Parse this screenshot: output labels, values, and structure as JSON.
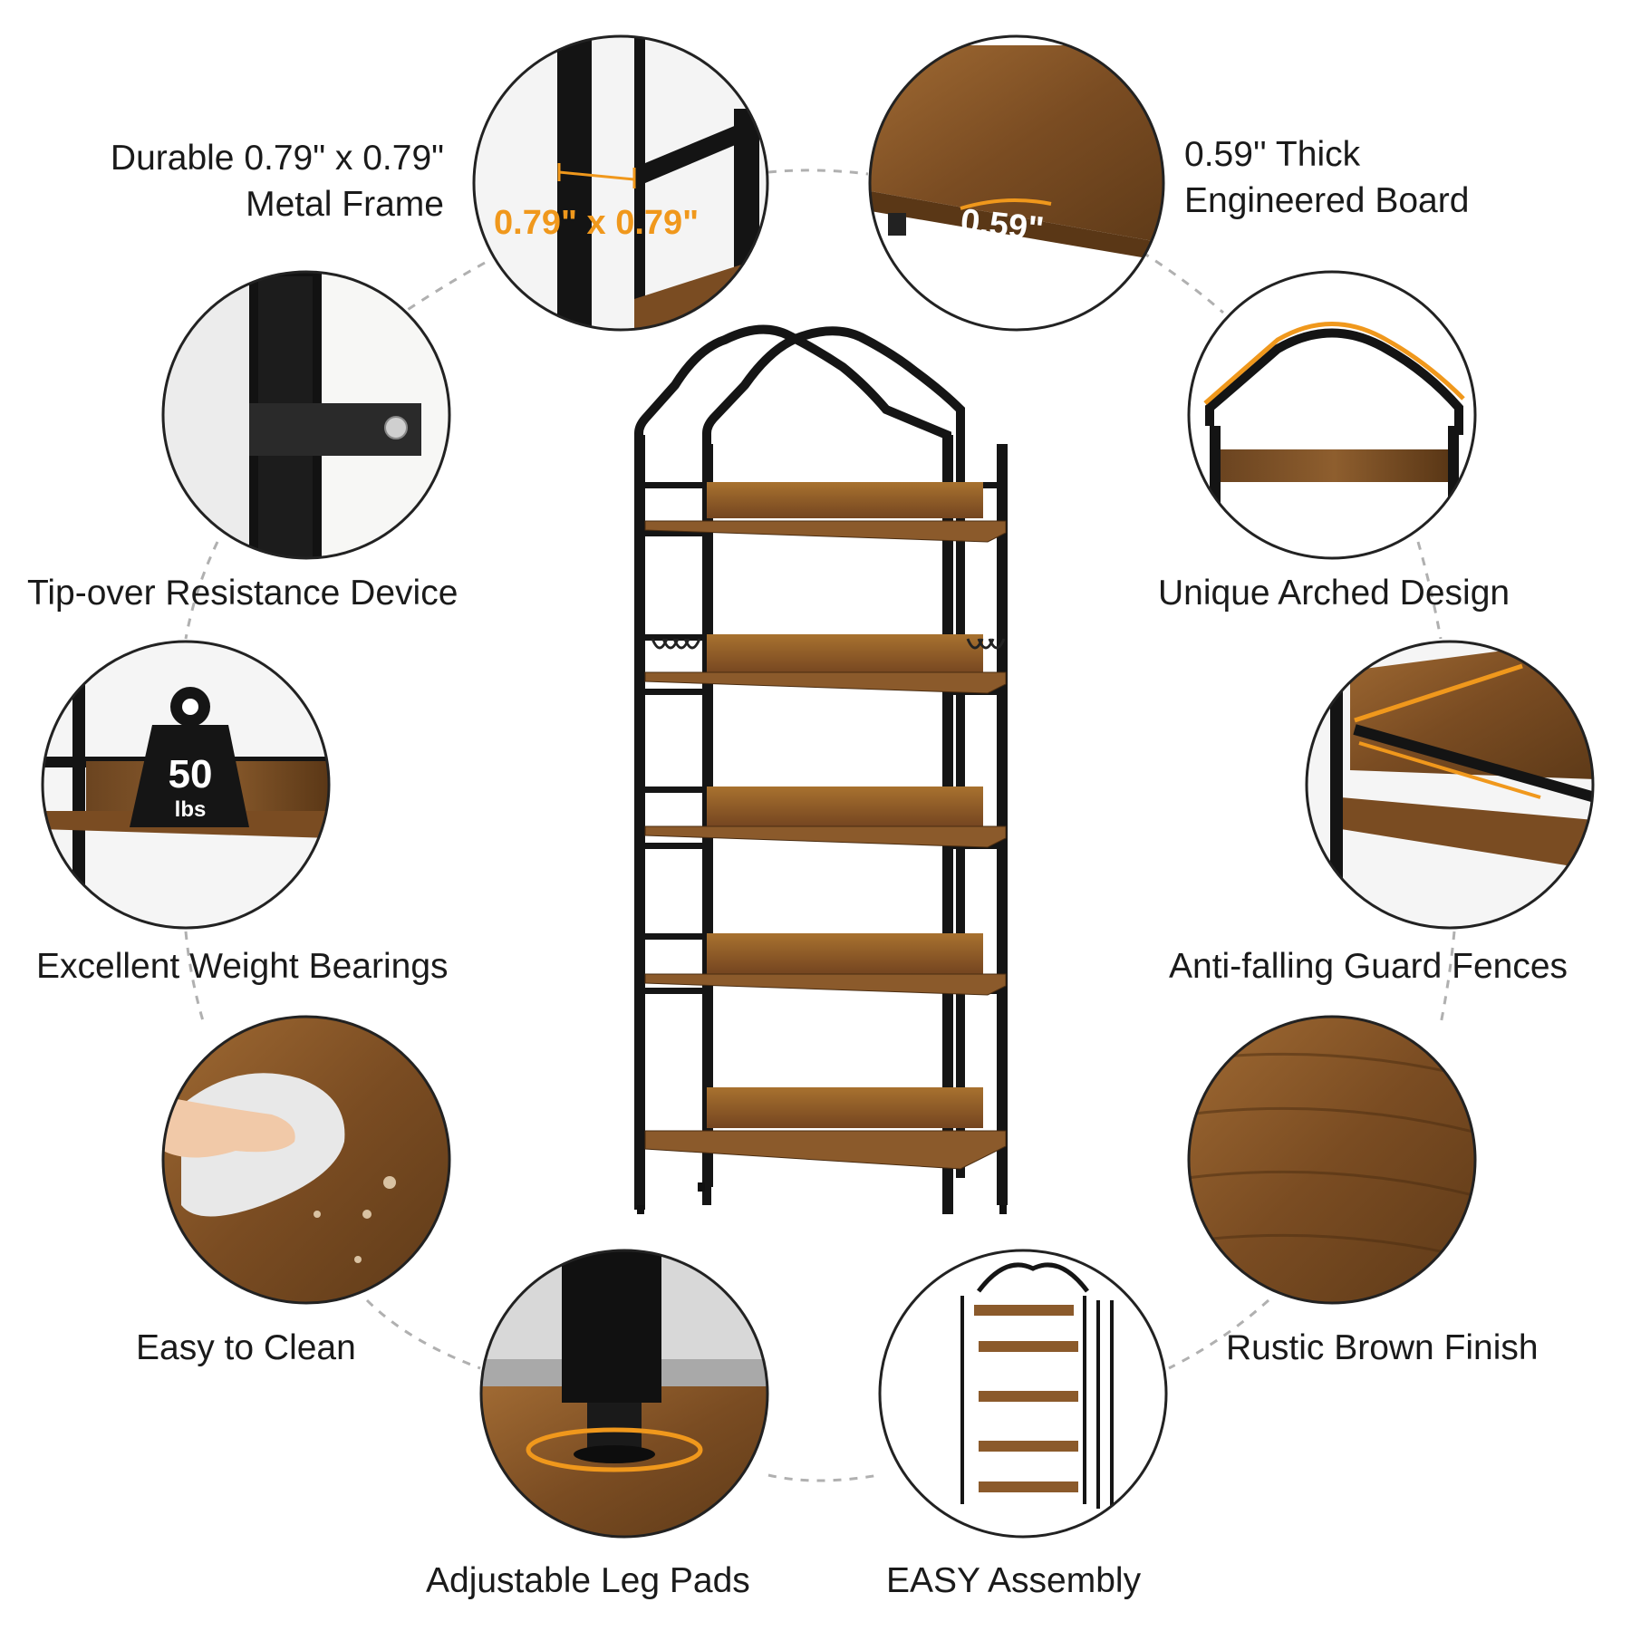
{
  "features": {
    "metal_frame": {
      "line1": "Durable 0.79\" x 0.79\"",
      "line2": "Metal Frame",
      "callout": "0.79\" x 0.79\""
    },
    "board": {
      "line1": "0.59'' Thick",
      "line2": "Engineered Board",
      "callout": "0.59\""
    },
    "tip_over": {
      "label": "Tip-over Resistance Device"
    },
    "arched": {
      "label": "Unique Arched Design"
    },
    "weight": {
      "label": "Excellent Weight Bearings",
      "badge_value": "50",
      "badge_unit": "lbs"
    },
    "guard": {
      "label": "Anti-falling Guard Fences"
    },
    "clean": {
      "label": "Easy to Clean"
    },
    "finish": {
      "label": "Rustic Brown Finish"
    },
    "leg_pads": {
      "label": "Adjustable Leg Pads"
    },
    "assembly": {
      "label": "EASY Assembly"
    }
  },
  "colors": {
    "wood": "#8a5a2b",
    "wood_dark": "#5e3a18",
    "frame": "#1a1a1a",
    "accent": "#f0981c"
  }
}
